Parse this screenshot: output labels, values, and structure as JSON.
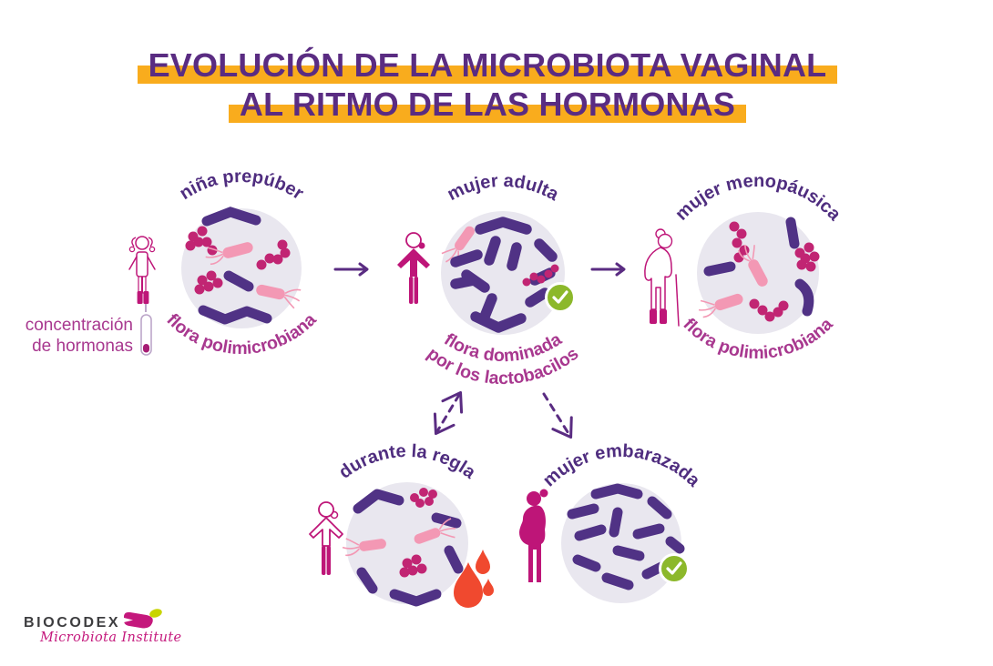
{
  "title": {
    "line1": "EVOLUCIÓN DE LA MICROBIOTA VAGINAL",
    "line2": "AL RITMO DE LAS HORMONAS"
  },
  "hormone_label": {
    "line1": "concentración",
    "line2": "de hormonas"
  },
  "stages": {
    "prepuber": {
      "name": "niña prepúber",
      "flora": "flora polimicrobiana"
    },
    "adulta": {
      "name": "mujer adulta",
      "flora_line1": "flora dominada",
      "flora_line2": "por los lactobacilos"
    },
    "menopausica": {
      "name": "mujer menopáusica",
      "flora": "flora polimicrobiana"
    },
    "regla": {
      "name": "durante la regla"
    },
    "embarazada": {
      "name": "mujer embarazada"
    }
  },
  "logo": {
    "brand": "BIOCODEX",
    "subtitle": "Microbiota Institute"
  },
  "icons": {
    "checkmark": "check-in-green-circle",
    "arrow": "solid-right-arrow",
    "dashed_arrows": "dashed-diagonal-arrows",
    "hormone_tube": "test-tube-low-level",
    "blood": "blood-drops",
    "figures": [
      "girl",
      "adult-woman",
      "elderly-woman",
      "menstruating-woman",
      "pregnant-woman"
    ]
  },
  "colors": {
    "title_purple": "#5A2C82",
    "highlight_yellow": "#F9AC1D",
    "label_purple": "#4F2D7F",
    "flora_magenta": "#A8388F",
    "figure_magenta": "#BE1578",
    "circle_bg": "#E9E7EF",
    "bacteria_purple": "#503285",
    "bacteria_magenta": "#C12573",
    "bacteria_pink": "#F398B4",
    "check_green": "#8CB82B",
    "blood_red": "#F0492F",
    "logo_gray": "#3D3D3F",
    "logo_magenta": "#C4187C",
    "logo_lime": "#C8D400"
  }
}
